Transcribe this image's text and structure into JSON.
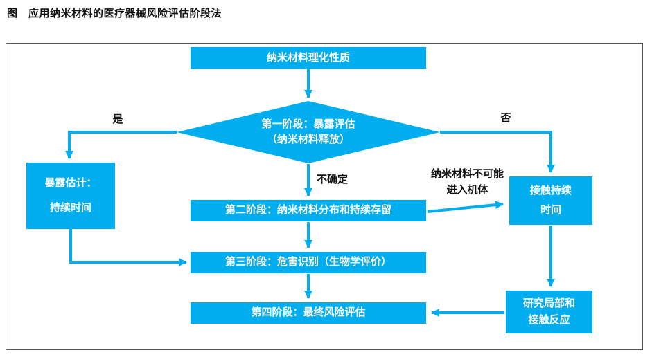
{
  "page_title": "图　应用纳米材料的医疗器械风险评估阶段法",
  "colors": {
    "shape": "#00AEEF",
    "text_on_shape": "#FFFFFF"
  },
  "nodes": {
    "physchem": {
      "label": "纳米材料理化性质"
    },
    "stage1": {
      "line1": "第一阶段：暴露评估",
      "line2": "（纳米材料释放）"
    },
    "exposure_estimate": {
      "line1": "暴露估计：",
      "line2": "持续时间"
    },
    "contact_duration": {
      "line1": "接触持续",
      "line2": "时间"
    },
    "stage2": {
      "label": "第二阶段：纳米材料分布和持续存留"
    },
    "stage3": {
      "label": "第三阶段：危害识别（生物学评价）"
    },
    "stage4": {
      "label": "第四阶段：最终风险评估"
    },
    "local_reaction": {
      "line1": "研究局部和",
      "line2": "接触反应"
    }
  },
  "edge_labels": {
    "yes": "是",
    "no": "否",
    "uncertain": "不确定",
    "cannot_enter_line1": "纳米材料不可能",
    "cannot_enter_line2": "进入机体"
  }
}
